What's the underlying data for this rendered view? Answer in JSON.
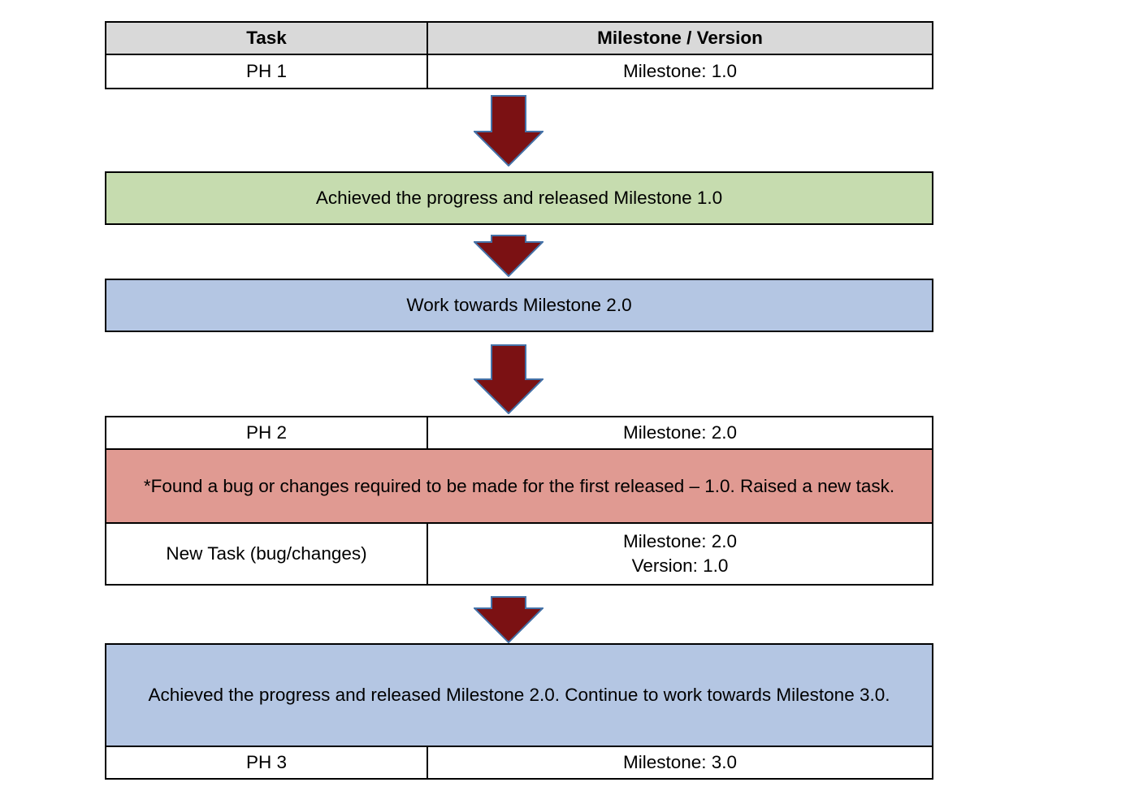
{
  "diagram": {
    "title": "Milestone and version progression flowchart",
    "colors": {
      "header_grey": "#d9d9d9",
      "released_green": "#c6dcaf",
      "working_blue": "#b4c6e3",
      "issue_salmon": "#e09a92",
      "arrow_fill": "#7b1113",
      "arrow_outline": "#4472a8",
      "border": "#000000"
    },
    "columns": {
      "task": "Task",
      "milestone_version": "Milestone / Version"
    },
    "blocks": [
      {
        "id": "ph1-table",
        "rows": [
          {
            "id": "header-row",
            "type": "two-col",
            "task": "Task",
            "value": "Milestone / Version",
            "style": "header"
          },
          {
            "id": "ph1-row",
            "type": "two-col",
            "task": "PH 1",
            "value": "Milestone: 1.0",
            "style": "white"
          }
        ]
      },
      {
        "id": "released-1-banner",
        "rows": [
          {
            "id": "released-1-row",
            "type": "full",
            "text": "Achieved the progress and released Milestone 1.0",
            "style": "green"
          }
        ]
      },
      {
        "id": "work-towards-2-banner",
        "rows": [
          {
            "id": "work-towards-2-row",
            "type": "full",
            "text": "Work towards Milestone 2.0",
            "style": "blue"
          }
        ]
      },
      {
        "id": "ph2-table",
        "rows": [
          {
            "id": "ph2-row",
            "type": "two-col",
            "task": "PH 2",
            "value": "Milestone: 2.0",
            "style": "white"
          },
          {
            "id": "bug-note-row",
            "type": "full",
            "text": "*Found a bug or changes required to be made for the first released – 1.0. Raised a new task.",
            "style": "salmon"
          },
          {
            "id": "new-task-row",
            "type": "two-col",
            "task": "New Task (bug/changes)",
            "value": "Milestone: 2.0\nVersion: 1.0",
            "style": "white"
          }
        ]
      },
      {
        "id": "ph3-table",
        "rows": [
          {
            "id": "released-2-row",
            "type": "full",
            "text": "Achieved the progress and released Milestone 2.0. Continue to work towards Milestone 3.0.",
            "style": "blue"
          },
          {
            "id": "ph3-row",
            "type": "two-col",
            "task": "PH 3",
            "value": "Milestone: 3.0",
            "style": "white"
          }
        ]
      }
    ],
    "arrows": [
      {
        "id": "arrow-1",
        "label": "down-arrow-ph1-to-released1"
      },
      {
        "id": "arrow-2",
        "label": "down-arrow-released1-to-work2"
      },
      {
        "id": "arrow-3",
        "label": "down-arrow-work2-to-ph2"
      },
      {
        "id": "arrow-4",
        "label": "down-arrow-ph2-to-released2"
      }
    ]
  }
}
